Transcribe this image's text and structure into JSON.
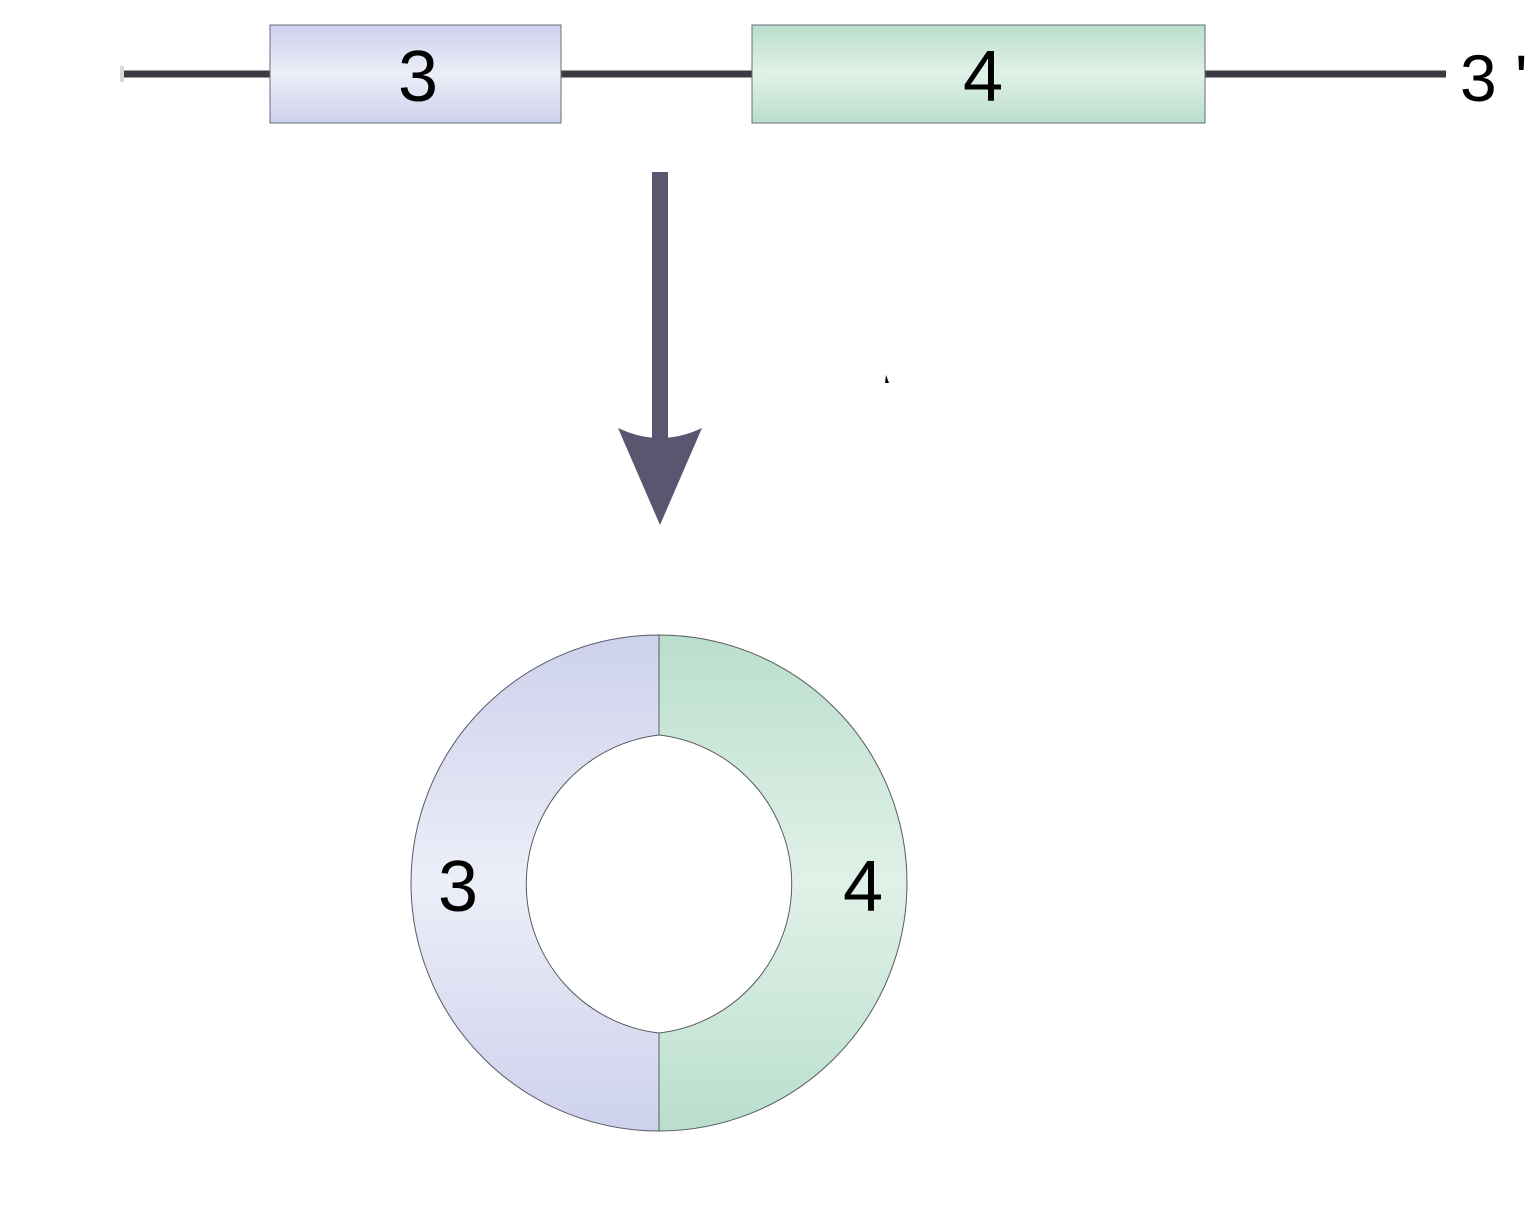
{
  "gene": {
    "exons": [
      {
        "label": "3",
        "color_top": "#cdd1ec",
        "color_mid": "#eceef8",
        "color_bottom": "#cdd1ec"
      },
      {
        "label": "4",
        "color_top": "#b9dfcc",
        "color_mid": "#e1f1e8",
        "color_bottom": "#b9dfcc"
      }
    ],
    "end_label": "3 '",
    "line_color": "#3a3a42"
  },
  "arrow": {
    "color": "#5a5670"
  },
  "circle": {
    "segments": [
      {
        "label": "3",
        "color_edge": "#cdd1ec",
        "color_mid": "#eceef8"
      },
      {
        "label": "4",
        "color_edge": "#b9dfcc",
        "color_mid": "#e1f1e8"
      }
    ]
  }
}
